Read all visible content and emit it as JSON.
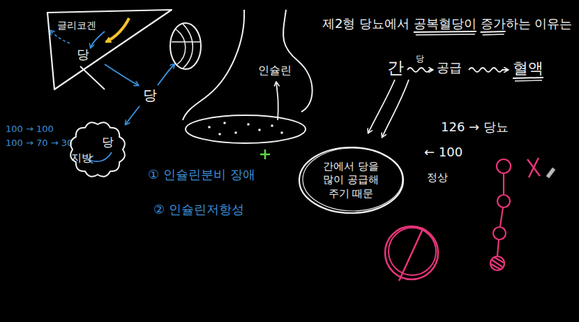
{
  "diagram": {
    "title": "제2형 당뇨에서 공복혈당이 증가하는 이유는",
    "nodes": [
      {
        "text": [
          "글리코겐",
          "당"
        ]
      },
      {
        "text": [
          "당",
          "지방"
        ]
      },
      {
        "text": [
          "간에서 당을 많이 공급해 주기 때문"
        ]
      }
    ],
    "labels": [
      "당",
      "100 → 100",
      "100 → 70 → 30",
      "① 인슐린분비 장애",
      "② 인슐린저항성",
      "인슐린",
      "간",
      "당",
      "공급",
      "혈액",
      "126 → 당뇨",
      "← 100",
      "정상"
    ]
  }
}
